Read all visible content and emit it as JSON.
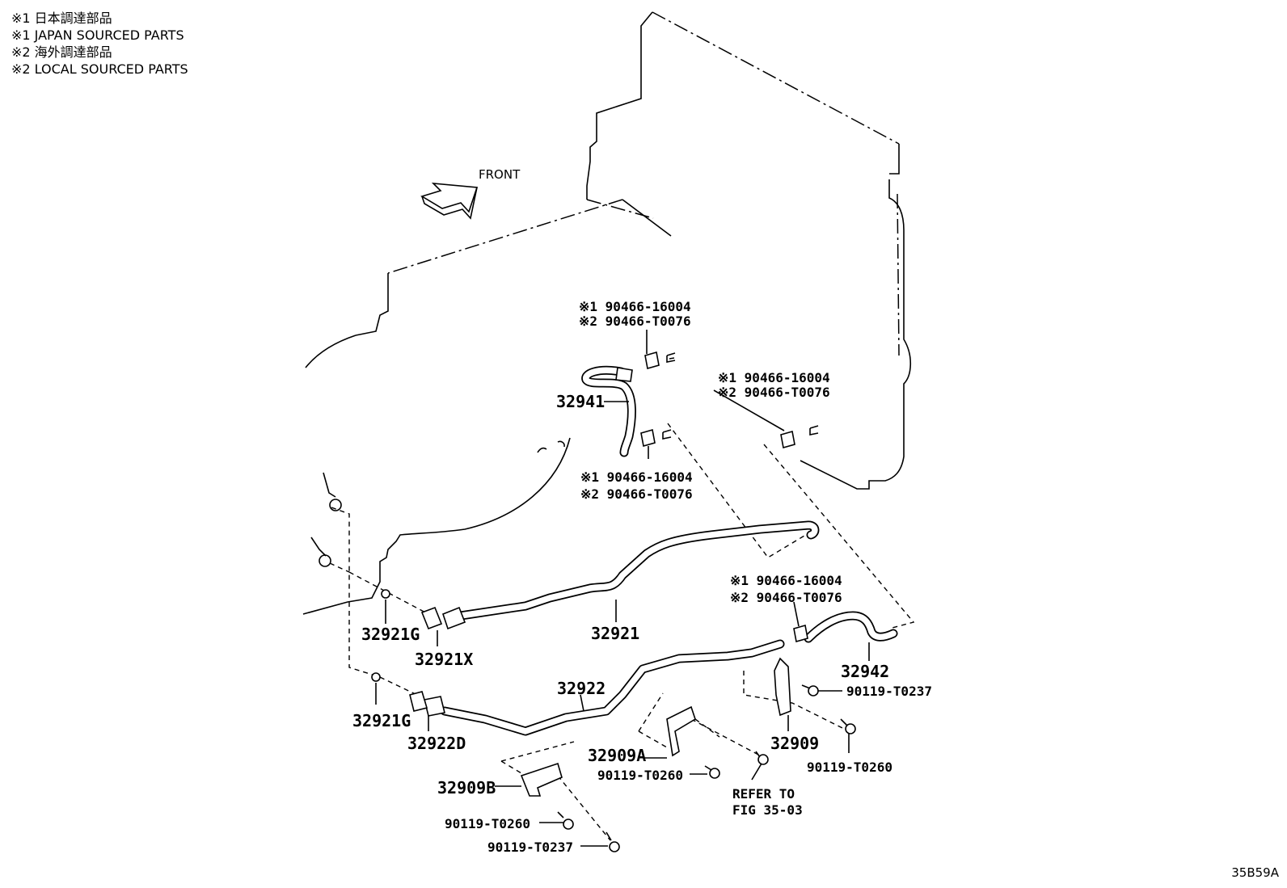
{
  "legend": [
    "※1 日本調達部品",
    "※1 JAPAN SOURCED PARTS",
    "※2 海外調達部品",
    "※2 LOCAL SOURCED PARTS"
  ],
  "front_label": "FRONT",
  "diagram_code": "35B59A",
  "clamp_callouts": {
    "top": {
      "j": "※1 90466-16004",
      "l": "※2 90466-T0076"
    },
    "right": {
      "j": "※1 90466-16004",
      "l": "※2 90466-T0076"
    },
    "mid": {
      "j": "※1 90466-16004",
      "l": "※2 90466-T0076"
    },
    "lower_right": {
      "j": "※1 90466-16004",
      "l": "※2 90466-T0076"
    }
  },
  "parts": {
    "p32941": "32941",
    "p32942": "32942",
    "p32921": "32921",
    "p32922": "32922",
    "p32921G_a": "32921G",
    "p32921G_b": "32921G",
    "p32921X": "32921X",
    "p32922D": "32922D",
    "p32909": "32909",
    "p32909A": "32909A",
    "p32909B": "32909B"
  },
  "bolts": {
    "b1": "90119-T0237",
    "b2": "90119-T0260",
    "b3": "90119-T0260",
    "b4": "90119-T0260",
    "b5": "90119-T0237"
  },
  "refer": {
    "line1": "REFER TO",
    "line2": "FIG 35-03"
  }
}
